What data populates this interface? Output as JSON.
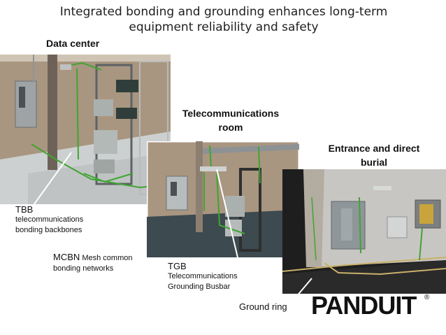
{
  "title_line1": "Integrated bonding and grounding enhances long-term",
  "title_line2": "equipment reliability and safety",
  "sections": {
    "data_center": "Data center",
    "telecom_line1": "Telecommunications",
    "telecom_line2": "room",
    "entrance_line1": "Entrance and direct",
    "entrance_line2": "burial"
  },
  "labels": {
    "tbb_abbr": "TBB",
    "tbb_line1": "telecommunications",
    "tbb_line2": "bonding backbones",
    "mcbn_abbr": "MCBN",
    "mcbn_rest": " Mesh common",
    "mcbn_line2": "bonding networks",
    "tgb_abbr": "TGB",
    "tgb_line1": "Telecommunications",
    "tgb_line2": "Grounding Busbar",
    "ground_ring": "Ground ring"
  },
  "logo": {
    "text": "PANDUIT",
    "reg": "®"
  },
  "colors": {
    "wire": "#3fa532",
    "wall": "#b5a48c",
    "floor": "#c9c9c9",
    "dark_floor": "#3d4a4f"
  }
}
